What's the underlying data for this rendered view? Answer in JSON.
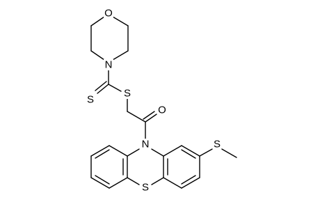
{
  "molecule": {
    "atoms": {
      "morpholine_o": "O",
      "morpholine_n": "N",
      "thione_s": "S",
      "thioester_s": "S",
      "ketone_o": "O",
      "phenothiazine_n": "N",
      "phenothiazine_s": "S",
      "methylthio_s": "S"
    }
  }
}
